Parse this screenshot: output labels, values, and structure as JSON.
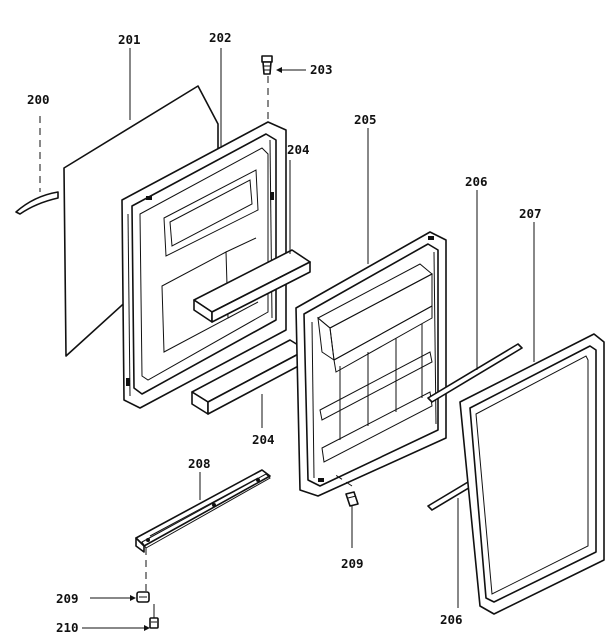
{
  "callouts": {
    "c200": "200",
    "c201": "201",
    "c202": "202",
    "c203": "203",
    "c204_top": "204",
    "c204_bottom": "204",
    "c205": "205",
    "c206_top": "206",
    "c206_bottom": "206",
    "c207": "207",
    "c208": "208",
    "c209_right": "209",
    "c209_left": "209",
    "c210": "210"
  }
}
